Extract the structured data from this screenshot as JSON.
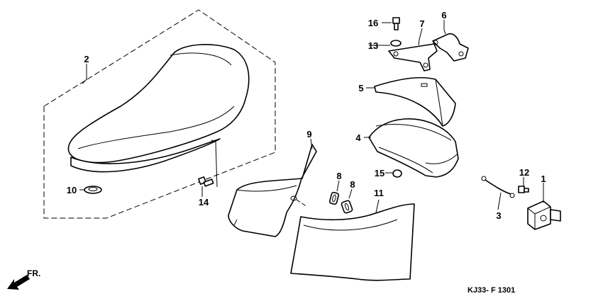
{
  "diagram_code": "KJ33- F 1301",
  "front_marker": "FR.",
  "callouts": {
    "c1": "1",
    "c2": "2",
    "c3": "3",
    "c4": "4",
    "c5": "5",
    "c6": "6",
    "c7": "7",
    "c8a": "8",
    "c8b": "8",
    "c9": "9",
    "c10": "10",
    "c11": "11",
    "c12": "12",
    "c13": "13",
    "c14": "14",
    "c15": "15",
    "c16": "16"
  }
}
